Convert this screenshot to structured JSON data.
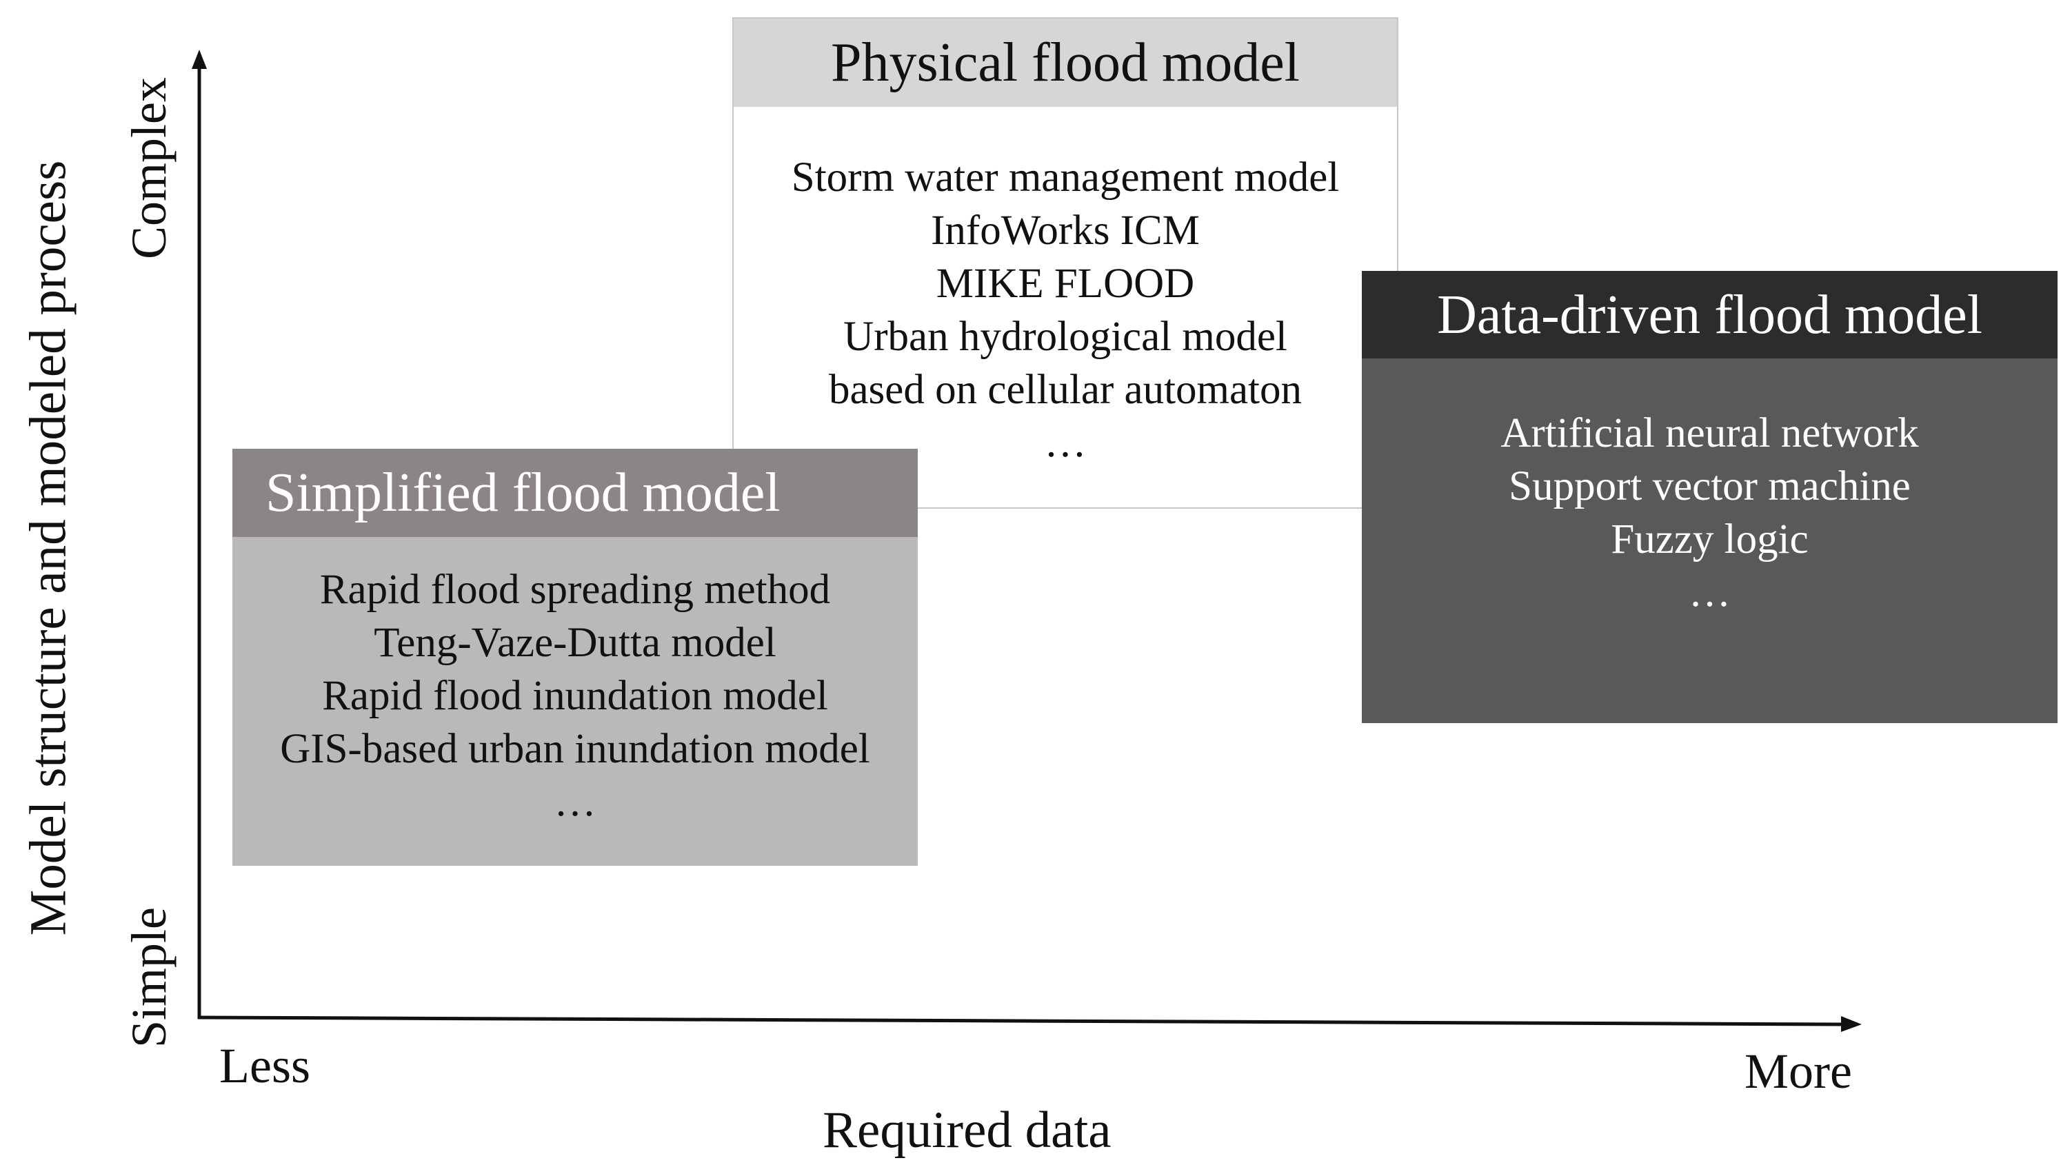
{
  "axes": {
    "y_title": "Model structure and modeled process",
    "y_top": "Complex",
    "y_bottom": "Simple",
    "x_title": "Required data",
    "x_left": "Less",
    "x_right": "More"
  },
  "boxes": {
    "physical": {
      "title": "Physical flood model",
      "items": [
        "Storm water management model",
        "InfoWorks ICM",
        "MIKE  FLOOD",
        "Urban hydrological model",
        "based on cellular automaton",
        "…"
      ]
    },
    "simplified": {
      "title": "Simplified flood model",
      "items": [
        "Rapid flood spreading method",
        "Teng-Vaze-Dutta model",
        "Rapid flood inundation model",
        "GIS-based urban inundation model",
        "…"
      ]
    },
    "datadriven": {
      "title": "Data-driven flood model",
      "items": [
        "Artificial neural network",
        "Support vector machine",
        "Fuzzy logic",
        "…"
      ]
    }
  },
  "colors": {
    "physical_header": "#d6d6d6",
    "simplified_header": "#8b8585",
    "simplified_body": "#b9b9b9",
    "datadriven_header": "#2c2c2c",
    "datadriven_body": "#595959"
  }
}
